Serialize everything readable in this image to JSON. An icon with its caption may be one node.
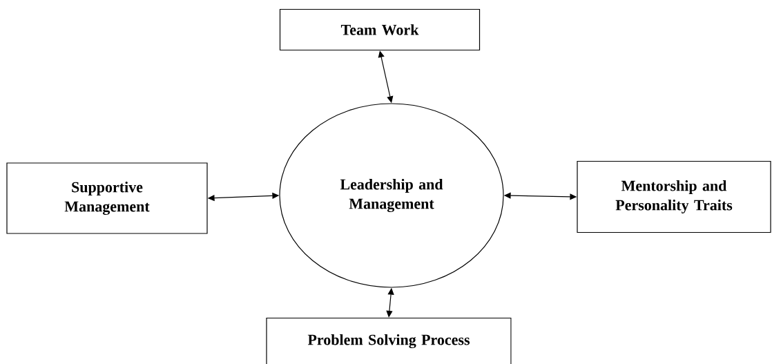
{
  "diagram": {
    "nodes": [
      {
        "text": [
          "Team Work"
        ]
      },
      {
        "text": [
          "Supportive Management"
        ]
      },
      {
        "text": [
          "Leadership and Management"
        ]
      },
      {
        "text": [
          "Mentorship and Personality Traits"
        ]
      },
      {
        "text": [
          "Problem Solving Process"
        ]
      }
    ],
    "edges": [
      {
        "from": 0,
        "to": 2,
        "arrow": "both"
      },
      {
        "from": 1,
        "to": 2,
        "arrow": "both"
      },
      {
        "from": 2,
        "to": 3,
        "arrow": "both"
      },
      {
        "from": 2,
        "to": 4,
        "arrow": "both"
      }
    ]
  }
}
